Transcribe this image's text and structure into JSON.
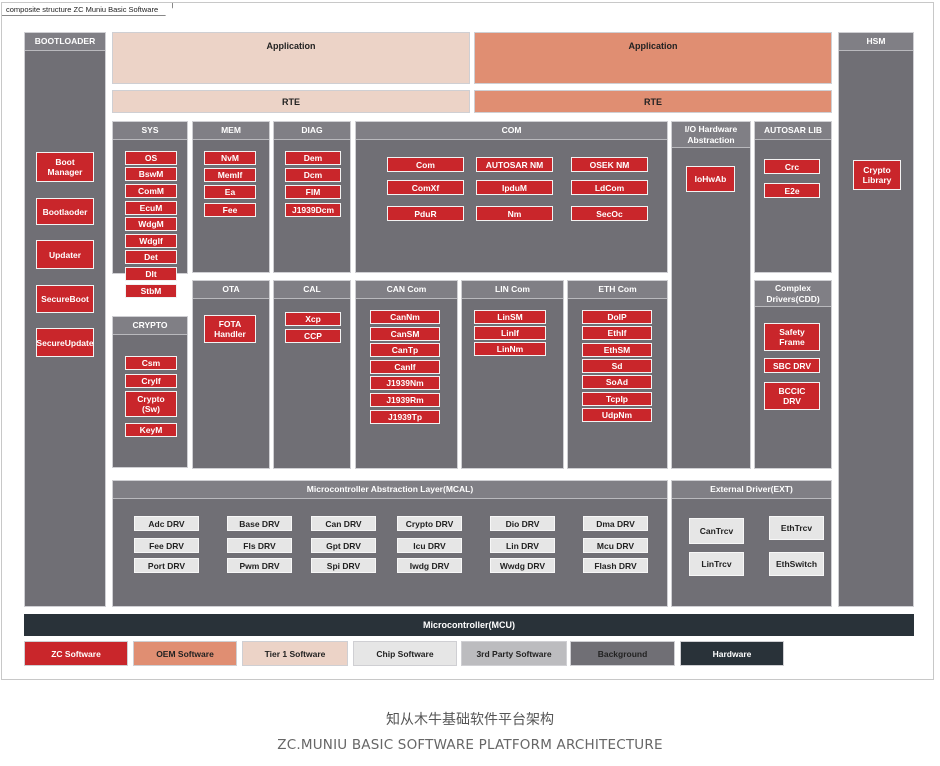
{
  "frame_title": "composite structure ZC Muniu Basic Software",
  "application_tier1": "Application",
  "application_oem": "Application",
  "rte_tier1": "RTE",
  "rte_oem": "RTE",
  "bootloader": {
    "title": "BOOTLOADER",
    "items": [
      "Boot\nManager",
      "Bootlaoder",
      "Updater",
      "SecureBoot",
      "SecureUpdate"
    ]
  },
  "hsm": {
    "title": "HSM",
    "items": [
      "Crypto\nLibrary"
    ]
  },
  "sys": {
    "title": "SYS",
    "items": [
      "OS",
      "BswM",
      "ComM",
      "EcuM",
      "WdgM",
      "WdgIf",
      "Det",
      "Dlt",
      "StbM"
    ]
  },
  "crypto": {
    "title": "CRYPTO",
    "items": [
      "Csm",
      "CryIf",
      "Crypto\n(Sw)",
      "KeyM"
    ]
  },
  "mem": {
    "title": "MEM",
    "items": [
      "NvM",
      "MemIf",
      "Ea",
      "Fee"
    ]
  },
  "ota": {
    "title": "OTA",
    "items": [
      "FOTA\nHandler"
    ]
  },
  "diag": {
    "title": "DIAG",
    "items": [
      "Dem",
      "Dcm",
      "FIM",
      "J1939Dcm"
    ]
  },
  "cal": {
    "title": "CAL",
    "items": [
      "Xcp",
      "CCP"
    ]
  },
  "com": {
    "title": "COM",
    "items": [
      "Com",
      "AUTOSAR NM",
      "OSEK NM",
      "ComXf",
      "IpduM",
      "LdCom",
      "PduR",
      "Nm",
      "SecOc"
    ]
  },
  "io": {
    "title": "I/O Hardware\nAbstraction",
    "items": [
      "IoHwAb"
    ]
  },
  "autosar_lib": {
    "title": "AUTOSAR LIB",
    "items": [
      "Crc",
      "E2e"
    ]
  },
  "cdd": {
    "title": "Complex\nDrivers(CDD)",
    "items": [
      "Safety\nFrame",
      "SBC DRV",
      "BCCIC\nDRV"
    ]
  },
  "can_com": {
    "title": "CAN Com",
    "items": [
      "CanNm",
      "CanSM",
      "CanTp",
      "CanIf",
      "J1939Nm",
      "J1939Rm",
      "J1939Tp"
    ]
  },
  "lin_com": {
    "title": "LIN Com",
    "items": [
      "LinSM",
      "LinIf",
      "LinNm"
    ]
  },
  "eth_com": {
    "title": "ETH Com",
    "items": [
      "DoIP",
      "EthIf",
      "EthSM",
      "Sd",
      "SoAd",
      "TcpIp",
      "UdpNm"
    ]
  },
  "mcal": {
    "title": "Microcontroller Abstraction Layer(MCAL)",
    "items": [
      "Adc DRV",
      "Base DRV",
      "Can DRV",
      "Crypto DRV",
      "Dio DRV",
      "Dma DRV",
      "Fee DRV",
      "Fls DRV",
      "Gpt DRV",
      "Icu DRV",
      "Lin DRV",
      "Mcu DRV",
      "Port DRV",
      "Pwm DRV",
      "Spi DRV",
      "Iwdg DRV",
      "Wwdg DRV",
      "Flash DRV"
    ]
  },
  "ext": {
    "title": "External Driver(EXT)",
    "items": [
      "CanTrcv",
      "EthTrcv",
      "LinTrcv",
      "EthSwitch"
    ]
  },
  "mcu": "Microcontroller(MCU)",
  "legend": [
    {
      "label": "ZC Software",
      "bg": "#c9262b",
      "fg": "#ffffff"
    },
    {
      "label": "OEM Software",
      "bg": "#e08e72",
      "fg": "#222222"
    },
    {
      "label": "Tier 1 Software",
      "bg": "#ecd3c7",
      "fg": "#222222"
    },
    {
      "label": "Chip Software",
      "bg": "#e6e6e6",
      "fg": "#222222"
    },
    {
      "label": "3rd Party Software",
      "bg": "#bcbcbf",
      "fg": "#222222"
    },
    {
      "label": "Background",
      "bg": "#706f75",
      "fg": "#222222"
    },
    {
      "label": "Hardware",
      "bg": "#293239",
      "fg": "#ffffff"
    }
  ],
  "caption_cn": "知从木牛基础软件平台架构",
  "caption_en": "ZC.MUNIU BASIC SOFTWARE PLATFORM ARCHITECTURE"
}
